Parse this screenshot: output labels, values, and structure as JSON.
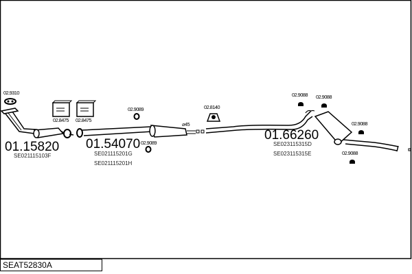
{
  "diagram": {
    "code": "SEAT52830A",
    "diameter_label": "⌀45",
    "parts": [
      {
        "number": "01.15820",
        "oe": [
          "SE021115103F"
        ]
      },
      {
        "number": "01.54070",
        "oe": [
          "SE021115201G",
          "SE021115201H"
        ]
      },
      {
        "number": "01.66260",
        "oe": [
          "SE023115315D",
          "SE023115315E"
        ]
      }
    ],
    "accessories": {
      "gasket_front": "02.9310",
      "clamp_1": "02.8475",
      "clamp_2": "02.8475",
      "ring_1": "02.9089",
      "ring_2": "02.9089",
      "flange_gasket": "02.8140",
      "hanger_1": "02.9088",
      "hanger_2": "02.9088",
      "hanger_3": "02.9088",
      "hanger_4": "02.9088"
    }
  }
}
